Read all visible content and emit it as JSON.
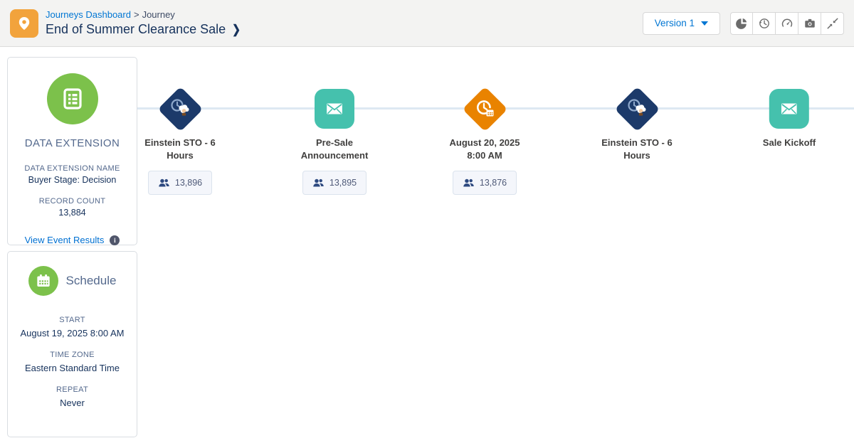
{
  "header": {
    "breadcrumb": {
      "link": "Journeys Dashboard",
      "separator": ">",
      "current": "Journey"
    },
    "title": "End of Summer Clearance Sale",
    "title_chevron": "❯",
    "version_button": {
      "label": "Version 1"
    },
    "toolbar_icons": [
      "pie-chart",
      "history",
      "gauge",
      "camera",
      "collapse"
    ]
  },
  "data_extension_card": {
    "title": "DATA EXTENSION",
    "name_label": "DATA EXTENSION NAME",
    "name_value": "Buyer Stage: Decision",
    "count_label": "RECORD COUNT",
    "count_value": "13,884",
    "link_label": "View Event Results",
    "info_glyph": "i"
  },
  "schedule_card": {
    "title": "Schedule",
    "start_label": "START",
    "start_value": "August 19, 2025 8:00 AM",
    "timezone_label": "TIME ZONE",
    "timezone_value": "Eastern Standard Time",
    "repeat_label": "REPEAT",
    "repeat_value": "Never"
  },
  "journey": {
    "nodes": [
      {
        "type": "einstein-sto",
        "label": "Einstein STO - 6 Hours",
        "count": "13,896"
      },
      {
        "type": "email",
        "label": "Pre-Sale Announcement",
        "count": "13,895"
      },
      {
        "type": "wait-until-date",
        "label": "August 20, 2025 8:00 AM",
        "count": "13,876"
      },
      {
        "type": "einstein-sto",
        "label": "Einstein STO - 6 Hours",
        "count": null
      },
      {
        "type": "email",
        "label": "Sale Kickoff",
        "count": null
      }
    ]
  },
  "colors": {
    "link_blue": "#0176d3",
    "navy_text": "#16325c",
    "gray_label": "#54698d",
    "green_icon": "#7cc14b",
    "teal_email": "#45c1ad",
    "orange_wait": "#e98300",
    "navy_diamond": "#1c3a6a",
    "app_icon_orange": "#f2a33c"
  }
}
